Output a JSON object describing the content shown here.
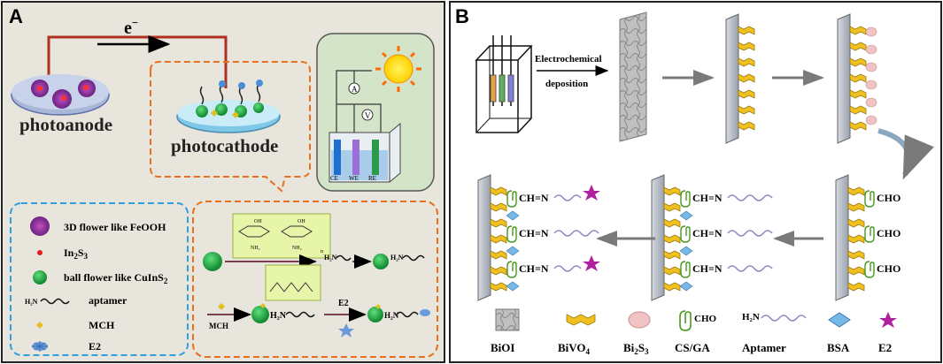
{
  "panel_a": {
    "letter": "A",
    "electron_label": "e",
    "electron_sup": "−",
    "photoanode_label": "photoanode",
    "photocathode_label": "photocathode",
    "circuit": {
      "ammeter": "A",
      "voltmeter": "V",
      "ce": "CE",
      "we": "WE",
      "re": "RE"
    },
    "legend": [
      {
        "label": "3D flower like FeOOH",
        "icon": "feooh-flower-icon"
      },
      {
        "label": "In2S3",
        "base": "In",
        "sub1": "2",
        "mid": "S",
        "sub2": "3",
        "icon": "in2s3-dot-icon"
      },
      {
        "label": "ball flower like CuInS2",
        "base": "ball flower like CuInS",
        "sub1": "2",
        "icon": "cuins2-ball-icon"
      },
      {
        "label": "aptamer",
        "icon": "aptamer-icon"
      },
      {
        "label": "MCH",
        "icon": "mch-diamond-icon"
      },
      {
        "label": "E2",
        "icon": "e2-star-icon"
      }
    ],
    "steps": {
      "h2n": "H₂N",
      "mch": "MCH",
      "e2": "E2",
      "n": "n",
      "nh2": "NH₂",
      "oh": "OH"
    },
    "colors": {
      "bg": "#e8e6dc",
      "orange": "#e8701e",
      "blue": "#2f9fe0",
      "red_wire": "#c0392b"
    }
  },
  "panel_b": {
    "letter": "B",
    "deposition_line1": "Electrochemical",
    "deposition_line2": "deposition",
    "cho": "CHO",
    "ch_n": "CH=N",
    "legend": [
      {
        "label": "BiOI",
        "icon": "bioi-tile-icon"
      },
      {
        "label": "BiVO4",
        "base": "BiVO",
        "sub": "4",
        "icon": "bivo4-zigzag-icon"
      },
      {
        "label": "Bi2S3",
        "base": "Bi",
        "sub1": "2",
        "mid": "S",
        "sub2": "3",
        "icon": "bi2s3-petal-icon"
      },
      {
        "label": "CS/GA",
        "icon": "csga-clip-icon",
        "extra": "CHO"
      },
      {
        "label": "Aptamer",
        "icon": "aptamer-wave-icon",
        "prefix": "H₂N"
      },
      {
        "label": "BSA",
        "icon": "bsa-diamond-icon"
      },
      {
        "label": "E2",
        "icon": "e2-star-icon"
      }
    ]
  }
}
